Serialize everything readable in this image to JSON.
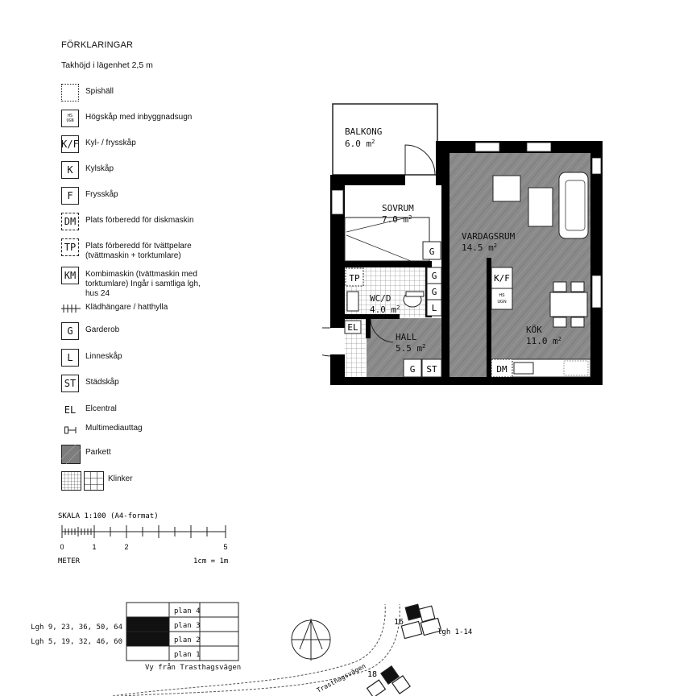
{
  "legend": {
    "title": "FÖRKLARINGAR",
    "ceiling": "Takhöjd i lägenhet 2,5 m",
    "items": [
      {
        "symbol": "",
        "label": "Spishäll"
      },
      {
        "symbol": "HS UGN",
        "label": "Högskåp med inbyggnadsugn"
      },
      {
        "symbol": "K/F",
        "label": "Kyl- / frysskåp"
      },
      {
        "symbol": "K",
        "label": "Kylskåp"
      },
      {
        "symbol": "F",
        "label": "Frysskåp"
      },
      {
        "symbol": "DM",
        "label": "Plats förberedd för diskmaskin"
      },
      {
        "symbol": "TP",
        "label": "Plats förberedd för tvättpelare\n(tvättmaskin + torktumlare)"
      },
      {
        "symbol": "KM",
        "label": "Kombimaskin (tvättmaskin med\ntorktumlare) Ingår i samtliga lgh,\nhus 24"
      },
      {
        "symbol": "",
        "label": "Klädhängare / hatthylla"
      },
      {
        "symbol": "G",
        "label": "Garderob"
      },
      {
        "symbol": "L",
        "label": "Linneskåp"
      },
      {
        "symbol": "ST",
        "label": "Städskåp"
      },
      {
        "symbol": "EL",
        "label": "Elcentral"
      },
      {
        "symbol": "",
        "label": "Multimediauttag"
      },
      {
        "symbol": "",
        "label": "Parkett"
      },
      {
        "symbol": "",
        "label": "Klinker"
      }
    ]
  },
  "plan": {
    "rooms": [
      {
        "name": "BALKONG",
        "area": "6.0 m"
      },
      {
        "name": "SOVRUM",
        "area": "7.0 m"
      },
      {
        "name": "VARDAGSRUM",
        "area": "14.5 m"
      },
      {
        "name": "WC/D",
        "area": "4.0 m"
      },
      {
        "name": "HALL",
        "area": "5.5 m"
      },
      {
        "name": "KÖK",
        "area": "11.0 m"
      }
    ],
    "superscript": "2",
    "fixtures": {
      "g": "G",
      "l": "L",
      "st": "ST",
      "tp": "TP",
      "el": "EL",
      "kf": "K/F",
      "dm": "DM",
      "hs": "HS",
      "ugn": "UGN"
    }
  },
  "scale": {
    "title": "SKALA 1:100 (A4-format)",
    "ticks": [
      "0",
      "1",
      "2",
      "5"
    ],
    "unit": "METER",
    "note": "1cm = 1m"
  },
  "location": {
    "floors": [
      "plan 4",
      "plan 3",
      "plan 2",
      "plan 1"
    ],
    "row1": "Lgh 9, 23, 36, 50, 64",
    "row2": "Lgh 5, 19, 32, 46, 60",
    "view": "Vy från Trasthagsvägen",
    "b16": "16",
    "b16_lgh": "lgh 1-14",
    "b18": "18",
    "road": "Trasthagsvägen"
  },
  "colors": {
    "parquet": "#8a8a8a",
    "wall": "#000000"
  }
}
